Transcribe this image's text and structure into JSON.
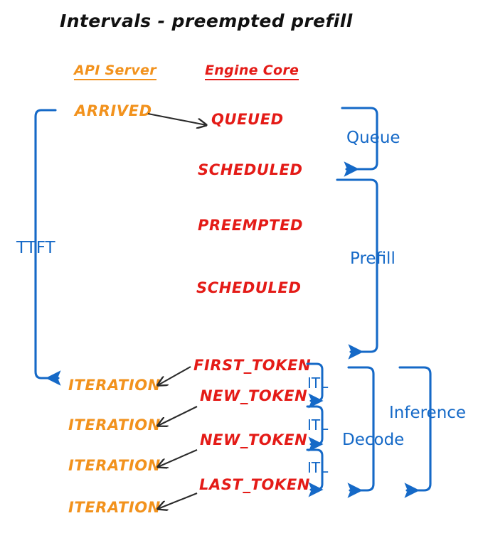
{
  "title": "Intervals - preempted prefill",
  "colors": {
    "api_server": "#F2921D",
    "engine_core": "#E41B17",
    "annotation": "#1569C7",
    "arrow": "#2b2b2b",
    "background": "#ffffff"
  },
  "columns": {
    "api_server": "API Server",
    "engine_core": "Engine Core"
  },
  "api_states": [
    {
      "label": "ARRIVED"
    },
    {
      "label": "ITERATION"
    },
    {
      "label": "ITERATION"
    },
    {
      "label": "ITERATION"
    },
    {
      "label": "ITERATION"
    }
  ],
  "engine_states": [
    {
      "label": "QUEUED"
    },
    {
      "label": "SCHEDULED"
    },
    {
      "label": "PREEMPTED"
    },
    {
      "label": "SCHEDULED"
    },
    {
      "label": "FIRST_TOKEN"
    },
    {
      "label": "NEW_TOKEN"
    },
    {
      "label": "NEW_TOKEN"
    },
    {
      "label": "LAST_TOKEN"
    }
  ],
  "intervals": [
    {
      "label": "TTFT",
      "side": "left"
    },
    {
      "label": "Queue",
      "side": "right"
    },
    {
      "label": "Prefill",
      "side": "right"
    },
    {
      "label": "ITL",
      "side": "right"
    },
    {
      "label": "ITL",
      "side": "right"
    },
    {
      "label": "ITL",
      "side": "right"
    },
    {
      "label": "Decode",
      "side": "right"
    },
    {
      "label": "Inference",
      "side": "right"
    }
  ]
}
